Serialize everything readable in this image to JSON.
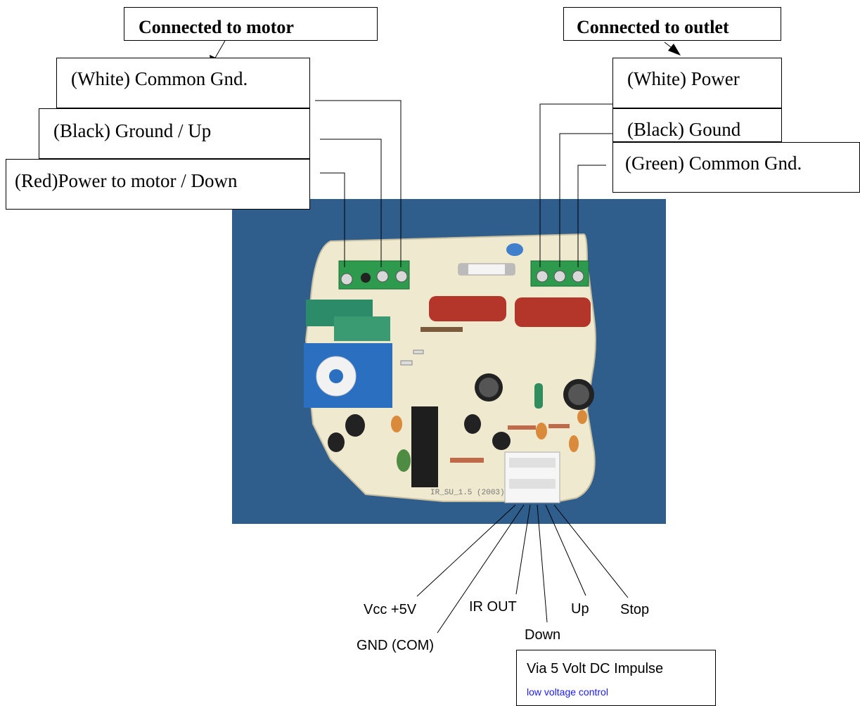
{
  "motor_header": "Connected to motor",
  "outlet_header": "Connected to outlet",
  "motor_wires": {
    "white": "(White) Common Gnd.",
    "black": "(Black) Ground / Up",
    "red": "(Red)Power to motor / Down"
  },
  "outlet_wires": {
    "white": "(White) Power",
    "black": "(Black) Gound",
    "green": "(Green) Common Gnd."
  },
  "connector_pins": {
    "vcc": "Vcc +5V",
    "gnd": "GND (COM)",
    "ir_out": "IR OUT",
    "down": "Down",
    "up": "Up",
    "stop": "Stop"
  },
  "control_box": {
    "title": "Via 5 Volt DC Impulse",
    "subtitle": "low voltage control"
  },
  "board_marking": "IR_SU_1.5 (2003)",
  "colors": {
    "background": "#2f5d8c",
    "pcb": "#efe9d0",
    "terminal": "#2e9a4e",
    "capacitor_red": "#b4362b",
    "relay": "#2c8c6a",
    "dip": "#2b6fc0",
    "link": "#1a1aff"
  }
}
